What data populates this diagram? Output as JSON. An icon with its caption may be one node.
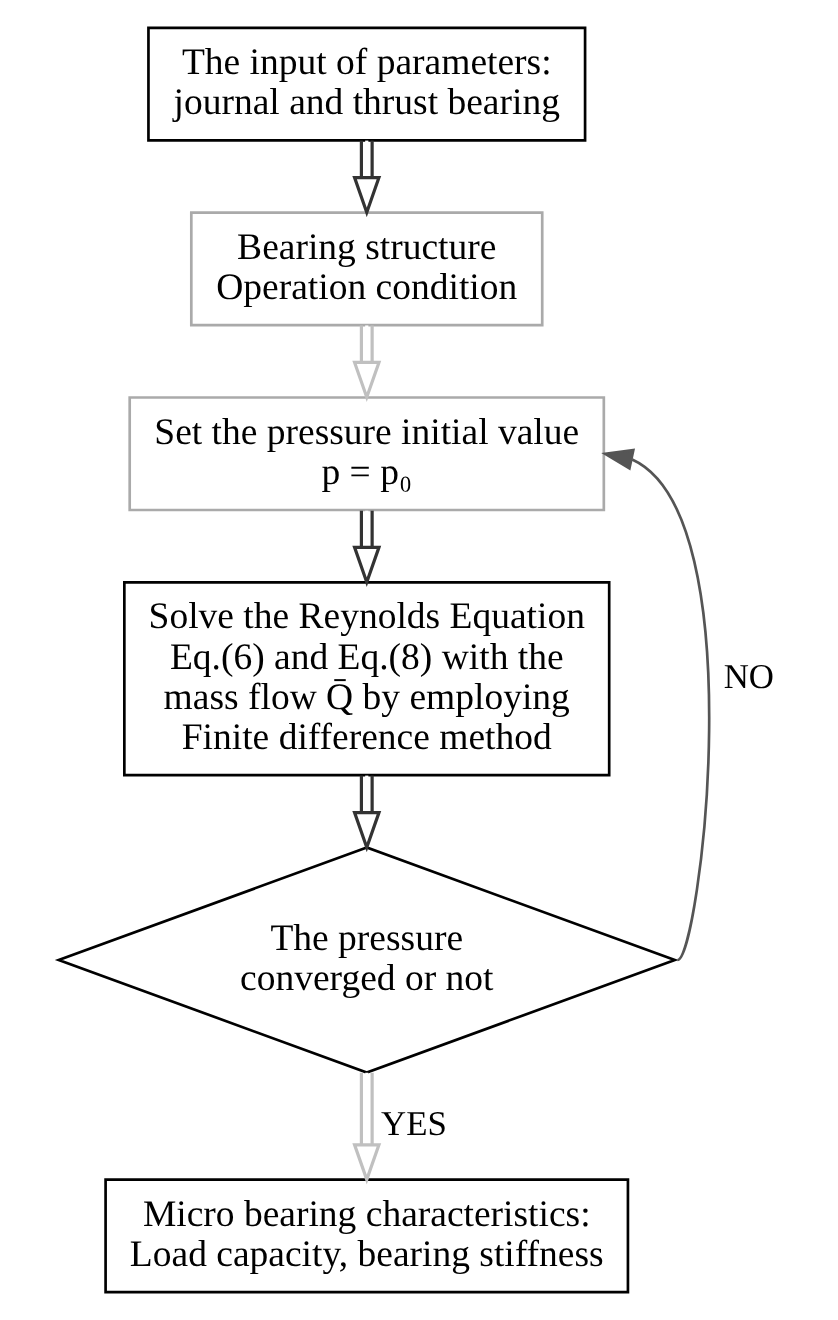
{
  "diagram": {
    "nodes": [
      {
        "text": [
          "The input of parameters: journal and thrust bearing"
        ]
      },
      {
        "text": [
          "Bearing structure",
          "Operation condition"
        ]
      },
      {
        "text": [
          "Set the pressure initial value",
          "p = p₀"
        ]
      },
      {
        "text": [
          "Solve the Reynolds Equation Eq.(6) and Eq.(8) with the mass flow Q̄ by employing Finite difference method"
        ]
      },
      {
        "text": [
          "The pressure converged or not"
        ]
      },
      {
        "text": [
          "Micro bearing characteristics: Load capacity, bearing stiffness"
        ]
      }
    ],
    "edges": [
      {
        "from": 0,
        "to": 1,
        "arrow": "to"
      },
      {
        "from": 1,
        "to": 2,
        "arrow": "to",
        "color": "#c0c0c0"
      },
      {
        "from": 2,
        "to": 3,
        "arrow": "to"
      },
      {
        "from": 3,
        "to": 4,
        "arrow": "to"
      },
      {
        "from": 4,
        "to": 2,
        "arrow": "to",
        "label": "NO",
        "color": "#555555"
      },
      {
        "from": 4,
        "to": 5,
        "arrow": "to",
        "label": "YES",
        "color": "#c0c0c0"
      }
    ]
  }
}
